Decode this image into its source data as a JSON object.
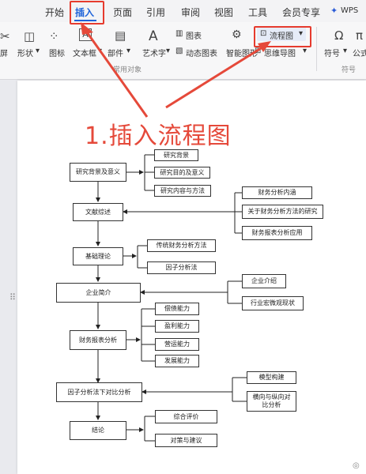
{
  "tabs": [
    "开始",
    "插入",
    "页面",
    "引用",
    "审阅",
    "视图",
    "工具",
    "会员专享",
    "WPS"
  ],
  "active_tab": "插入",
  "ribbon": {
    "items": {
      "shape_partial": "屏",
      "shape": "形状",
      "icon": "图标",
      "textbox": "文本框",
      "part": "部件",
      "art_text": "艺术字",
      "chart": "图表",
      "dynamic_chart": "动态图表",
      "smart_graphic": "智能图形",
      "flowchart": "流程图",
      "mindmap": "思维导图",
      "symbol": "符号",
      "formula_partial": "公式"
    },
    "group_common": "常用对象",
    "group_symbol": "符号"
  },
  "annotation": "1.插入流程图",
  "flowchart": {
    "main": [
      "研究背景及意义",
      "文献综述",
      "基础理论",
      "企业简介",
      "财务报表分析",
      "因子分析法下对比分析",
      "结论"
    ],
    "branches": {
      "b1": [
        "研究背景",
        "研究目的及意义",
        "研究内容与方法"
      ],
      "b2": [
        "财务分析内涵",
        "关于财务分析方法的研究",
        "财务报表分析应用"
      ],
      "b3": [
        "传统财务分析方法",
        "因子分析法"
      ],
      "b4": [
        "企业介绍",
        "行业宏微观现状"
      ],
      "b5": [
        "偿债能力",
        "盈利能力",
        "营运能力",
        "发展能力"
      ],
      "b6": [
        "模型构建",
        "横向与纵向对比分析"
      ],
      "b7": [
        "综合评价",
        "对策与建议"
      ]
    }
  },
  "colors": {
    "accent": "#1d62d9",
    "highlight": "#e63b2e",
    "annotation": "#e5493a"
  }
}
